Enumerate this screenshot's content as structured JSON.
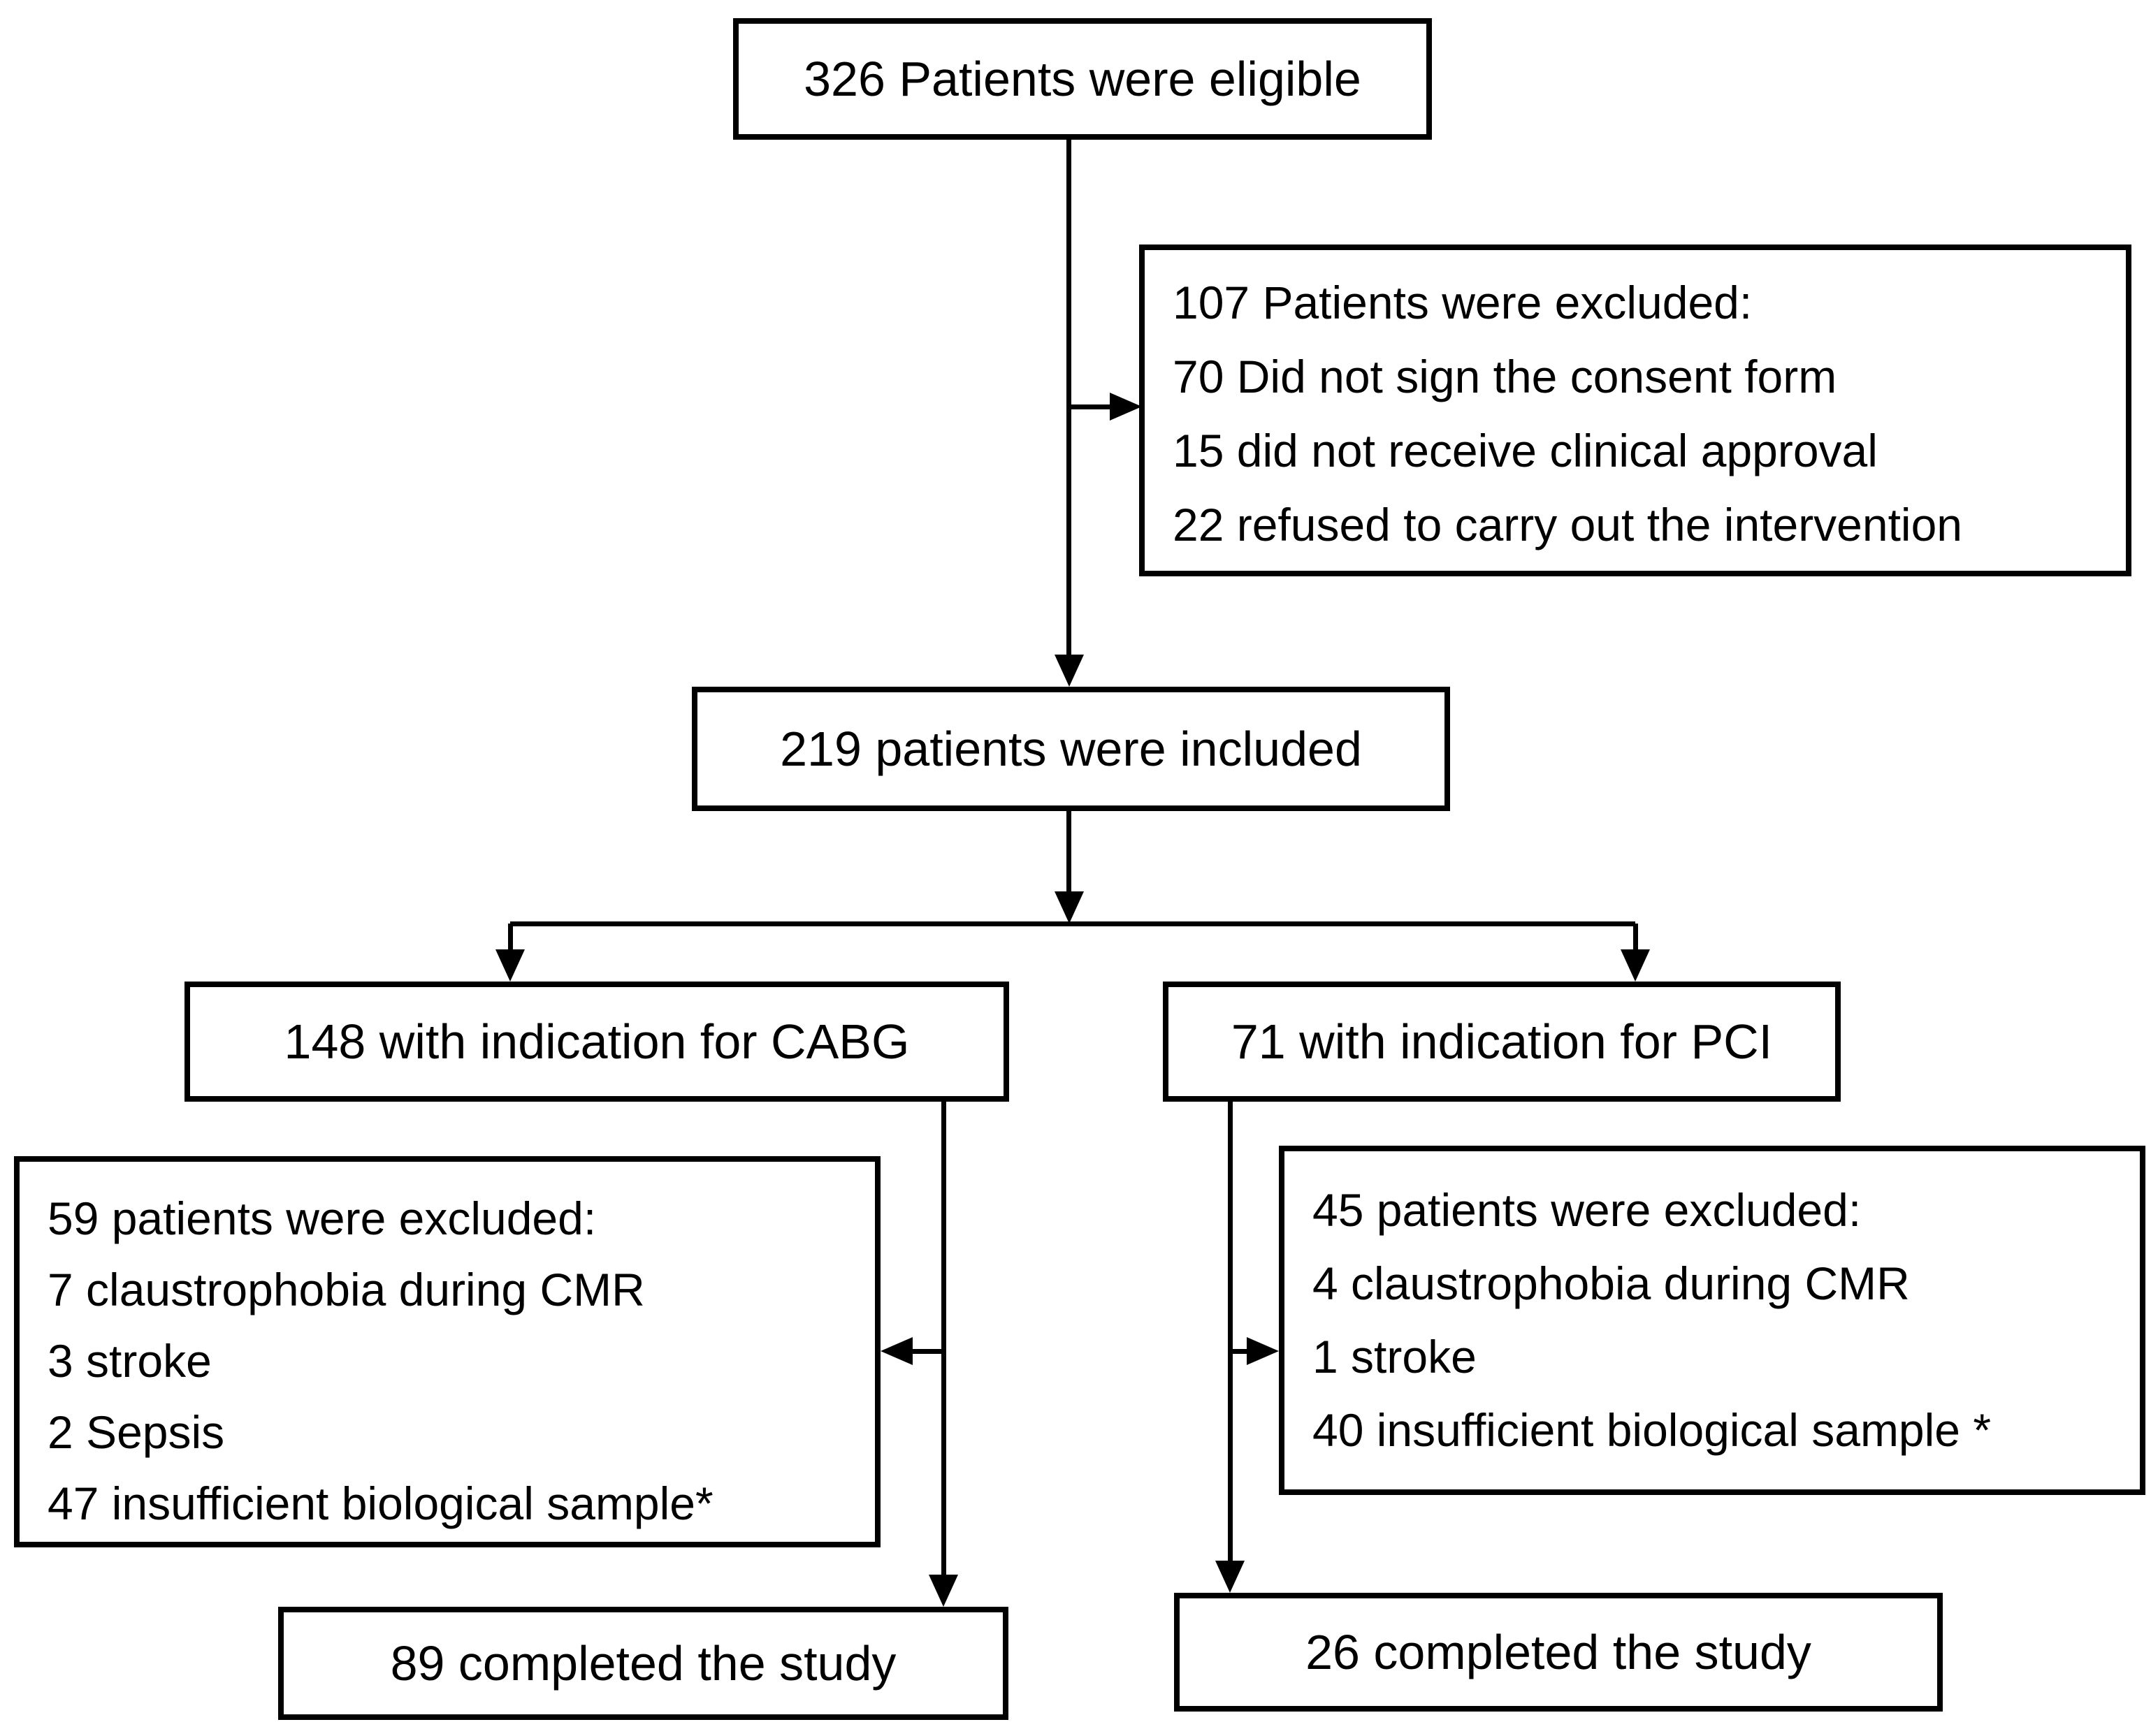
{
  "diagram": {
    "colors": {
      "line": "#000000",
      "box_border": "#000000",
      "box_background": "#ffffff",
      "page_background": "#ffffff"
    },
    "nodes": {
      "eligible": {
        "text": "326 Patients were eligible"
      },
      "excluded_top": {
        "lines": [
          "107 Patients were excluded:",
          "70 Did not sign the consent form",
          "15 did not receive clinical approval",
          "22 refused to carry out the intervention"
        ]
      },
      "included": {
        "text": "219 patients were included"
      },
      "cabg": {
        "text": "148 with indication for CABG"
      },
      "pci": {
        "text": "71 with indication for PCI"
      },
      "excluded_cabg": {
        "lines": [
          "59 patients were excluded:",
          "7 claustrophobia during CMR",
          "3 stroke",
          "2 Sepsis",
          "47 insufficient biological sample*"
        ]
      },
      "excluded_pci": {
        "lines": [
          "45 patients were excluded:",
          "4 claustrophobia during CMR",
          "1 stroke",
          "40 insufficient biological sample *"
        ]
      },
      "completed_cabg": {
        "text": "89 completed the study"
      },
      "completed_pci": {
        "text": "26 completed the study"
      }
    }
  }
}
